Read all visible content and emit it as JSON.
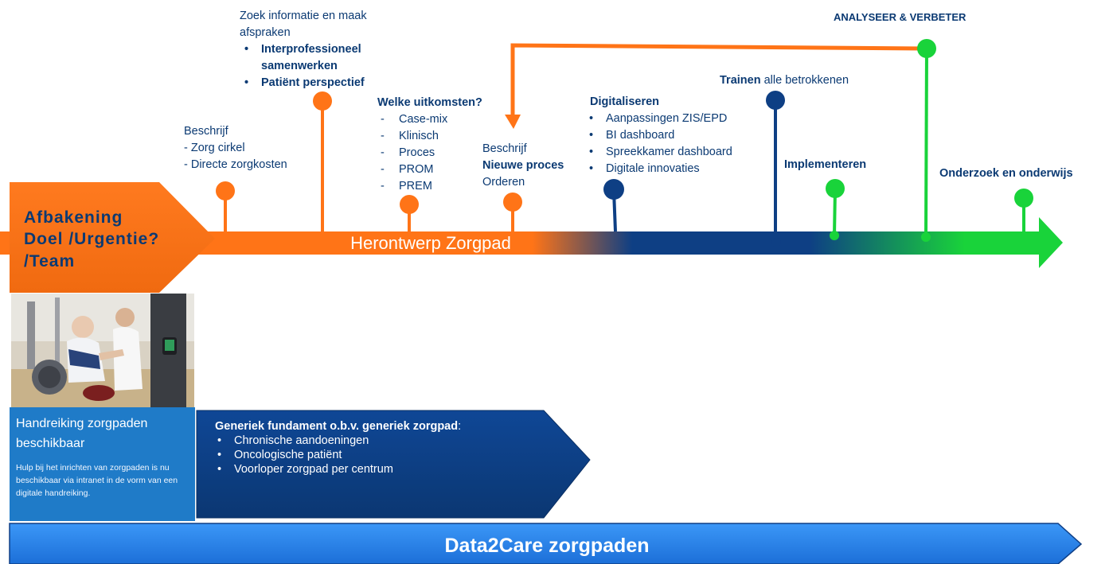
{
  "scope": {
    "lines": [
      "Afbakening",
      "Doel /Urgentie?",
      "/Team"
    ]
  },
  "main_arrow": {
    "label": "Herontwerp Zorgpad"
  },
  "milestones": {
    "describe": {
      "title": "Beschrijf",
      "items": [
        "- Zorg cirkel",
        "- Directe zorgkosten"
      ]
    },
    "info": {
      "intro": "Zoek informatie en maak afspraken",
      "items": [
        "Interprofessioneel samenwerken",
        "Patiënt perspectief"
      ]
    },
    "outcomes": {
      "title": "Welke uitkomsten?",
      "items": [
        "Case-mix",
        "Klinisch",
        "Proces",
        "PROM",
        "PREM"
      ]
    },
    "new_process": {
      "line1": "Beschrijf",
      "line2": "Nieuwe proces",
      "line3": "Orderen"
    },
    "digital": {
      "title": "Digitaliseren",
      "items": [
        "Aanpassingen ZIS/EPD",
        "BI dashboard",
        "Spreekkamer dashboard",
        "Digitale innovaties"
      ]
    },
    "train": {
      "bold": "Trainen",
      "rest": " alle betrokkenen"
    },
    "implement": {
      "title": "Implementeren"
    },
    "research": {
      "title": "Onderzoek en onderwijs"
    },
    "analyse": {
      "title": "ANALYSEER & VERBETER"
    }
  },
  "photo": {
    "description": "physiotherapist-assisting-patient"
  },
  "info_card": {
    "heading": "Handreiking zorgpaden beschikbaar",
    "body": "Hulp bij het inrichten van zorgpaden is nu beschikbaar via intranet in de vorm van een digitale handreiking."
  },
  "generic": {
    "title_bold": "Generiek fundament o.b.v. generiek zorgpad",
    "title_rest": ":",
    "items": [
      "Chronische aandoeningen",
      "Oncologische patiënt",
      "Voorloper zorgpad per centrum"
    ]
  },
  "footer": {
    "label": "Data2Care zorgpaden"
  },
  "colors": {
    "orange": "#ff7417",
    "navy": "#0e3f84",
    "green": "#19d33a",
    "blue": "#1f7bc8",
    "dark_blue": "#0b3a73",
    "footer_blue": "#2b88f0"
  }
}
